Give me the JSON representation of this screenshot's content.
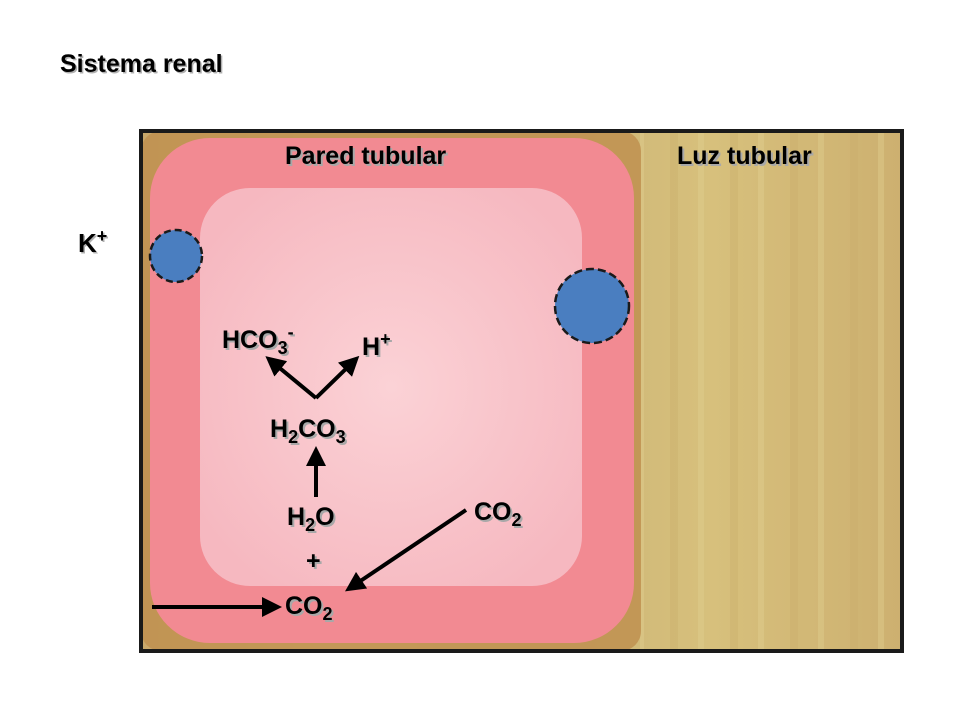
{
  "slide": {
    "title": "Sistema renal"
  },
  "diagram": {
    "region_labels": {
      "wall": "Pared tubular",
      "lumen": "Luz tubular"
    },
    "ion_label": {
      "base": "K",
      "charge": "+"
    },
    "chemicals": {
      "bicarbonate": {
        "base": "HCO",
        "sub": "3",
        "sup": "-"
      },
      "hydrogen_ion": {
        "base": "H",
        "sup": "+"
      },
      "carbonic_acid": {
        "part1": "H",
        "sub1": "2",
        "part2": "CO",
        "sub2": "3"
      },
      "water": {
        "part1": "H",
        "sub1": "2",
        "part2": "O"
      },
      "plus_sign": "+",
      "co2_lumen": {
        "base": "CO",
        "sub": "2"
      },
      "co2_cell": {
        "base": "CO",
        "sub": "2"
      }
    },
    "colors": {
      "frame_border": "#1a1a1a",
      "lumen_fill": "#d8c27a",
      "wall_outer": "#b88a4a",
      "cell_border": "#f0808a",
      "cell_inner": "#f9c0c8",
      "transporter": "#4a7ec0"
    }
  }
}
